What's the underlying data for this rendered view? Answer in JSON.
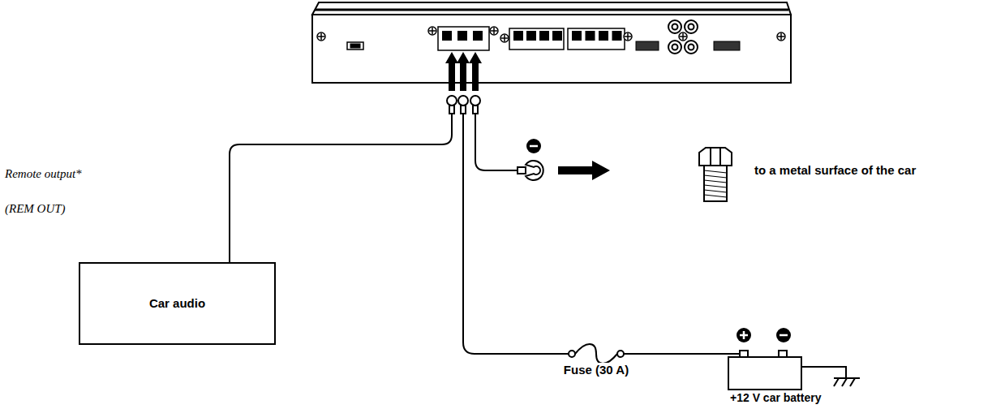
{
  "diagram": {
    "nodes": [
      {
        "text": [
          "Car audio"
        ]
      },
      {
        "text": [
          "+12 V car battery"
        ]
      }
    ],
    "labels": [
      "to a metal surface of the car",
      "Remote output*",
      "(REM OUT)",
      "Fuse (30 A)"
    ]
  }
}
